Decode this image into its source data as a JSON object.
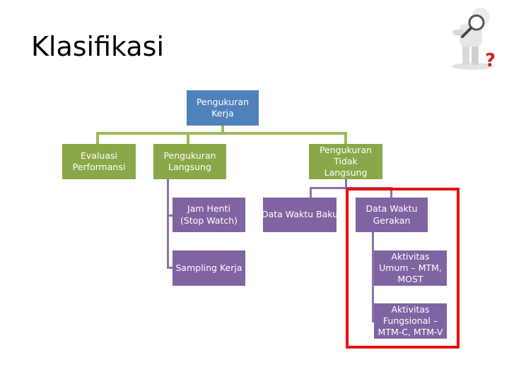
{
  "title": "Klasifikasi",
  "nodes": {
    "root": "Pengukuran Kerja",
    "evaluasi": "Evaluasi Performansi",
    "langsung": "Pengukuran Langsung",
    "tidak_langsung": "Pengukuran Tidak Langsung",
    "jam_henti": "Jam Henti (Stop Watch)",
    "sampling": "Sampling Kerja",
    "data_waktu_baku": "Data Waktu Baku",
    "data_waktu_gerakan": "Data Waktu Gerakan",
    "aktivitas_umum": "Aktivitas Umum – MTM, MOST",
    "aktivitas_fungsional": "Aktivitas Fungsional – MTM-C, MTM-V"
  },
  "colors": {
    "root": "#4f81bd",
    "level2": "#8aa84a",
    "level3": "#8063a1",
    "highlight": "#e81010"
  },
  "icons": {
    "figure": "magnifier-question-figure-icon"
  }
}
